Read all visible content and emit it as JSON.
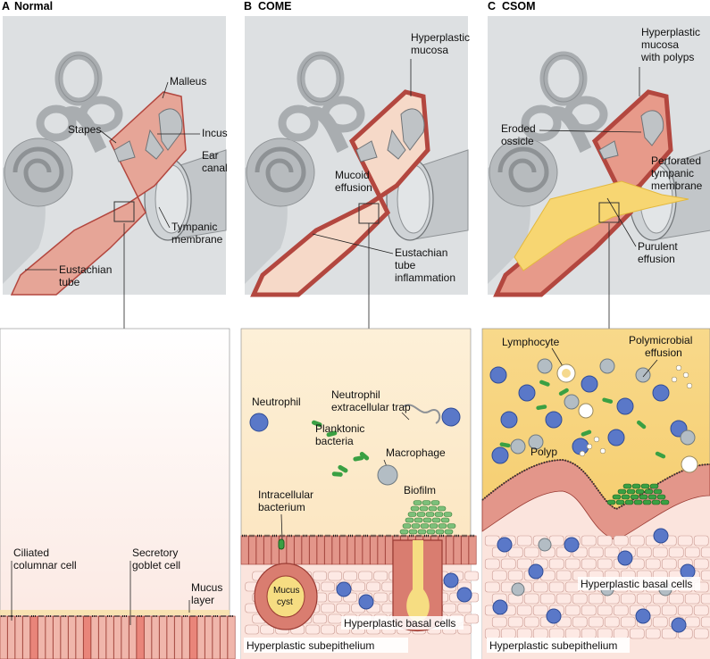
{
  "panels": [
    {
      "letter": "A",
      "title": "Normal",
      "ear_labels": {
        "malleus": "Malleus",
        "stapes": "Stapes",
        "incus": "Incus",
        "ear_canal_1": "Ear",
        "ear_canal_2": "canal",
        "tympanic_1": "Tympanic",
        "tympanic_2": "membrane",
        "eustachian_1": "Eustachian",
        "eustachian_2": "tube"
      },
      "tissue_labels": {
        "ciliated_1": "Ciliated",
        "ciliated_2": "columnar cell",
        "secretory_1": "Secretory",
        "secretory_2": "goblet cell",
        "mucus_1": "Mucus",
        "mucus_2": "layer"
      }
    },
    {
      "letter": "B",
      "title": "COME",
      "ear_labels": {
        "hyper_1": "Hyperplastic",
        "hyper_2": "mucosa",
        "mucoid_1": "Mucoid",
        "mucoid_2": "effusion",
        "eust_1": "Eustachian",
        "eust_2": "tube",
        "eust_3": "inflammation"
      },
      "tissue_labels": {
        "net_1": "Neutrophil",
        "net_2": "extracellular trap",
        "neutrophil": "Neutrophil",
        "plank_1": "Planktonic",
        "plank_2": "bacteria",
        "macrophage": "Macrophage",
        "intra_1": "Intracellular",
        "intra_2": "bacterium",
        "biofilm": "Biofilm",
        "mucus_cyst_1": "Mucus",
        "mucus_cyst_2": "cyst",
        "basal": "Hyperplastic basal cells",
        "subepi": "Hyperplastic subepithelium"
      }
    },
    {
      "letter": "C",
      "title": "CSOM",
      "ear_labels": {
        "hyper_1": "Hyperplastic",
        "hyper_2": "mucosa",
        "hyper_3": "with polyps",
        "eroded_1": "Eroded",
        "eroded_2": "ossicle",
        "perf_1": "Perforated",
        "perf_2": "tympanic",
        "perf_3": "membrane",
        "puru_1": "Purulent",
        "puru_2": "effusion"
      },
      "tissue_labels": {
        "lymphocyte": "Lymphocyte",
        "poly_1": "Polymicrobial",
        "poly_2": "effusion",
        "polyp": "Polyp",
        "basal": "Hyperplastic basal cells",
        "subepi": "Hyperplastic subepithelium"
      }
    }
  ],
  "colors": {
    "ear_bg": "#d6dadc",
    "bone": "#b0b4b7",
    "mucosa": "#e6a597",
    "mucosa_dark": "#b3473f",
    "effusion_mucoid": "#f6d9c8",
    "effusion_purulent": "#f7d672",
    "tissue_normal": "#fdf3ef",
    "tissue_come": "#fbe8c4",
    "tissue_csom": "#f7d47c",
    "neutrophil": "#5a78c8",
    "bacteria": "#3aa043"
  }
}
